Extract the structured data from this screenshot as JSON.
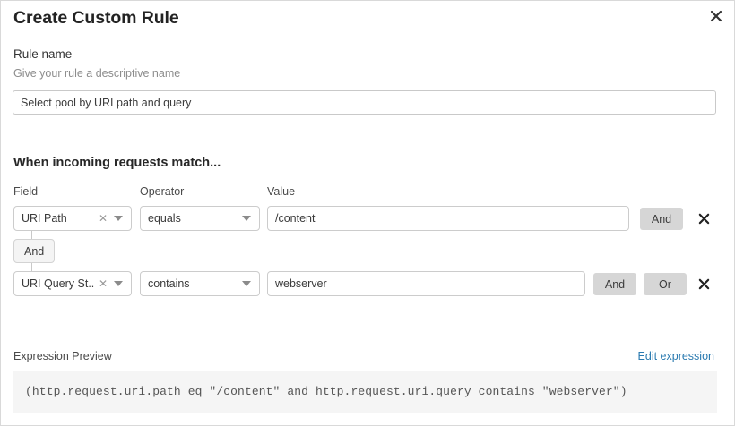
{
  "dialog": {
    "title": "Create Custom Rule",
    "close_icon": "close-icon"
  },
  "rule_name": {
    "label": "Rule name",
    "description": "Give your rule a descriptive name",
    "value": "Select pool by URI path and query",
    "placeholder": ""
  },
  "match_section": {
    "heading": "When incoming requests match...",
    "columns": {
      "field": "Field",
      "operator": "Operator",
      "value": "Value"
    },
    "conditions": [
      {
        "field": "URI Path",
        "operator": "equals",
        "value": "/content",
        "buttons": [
          "And"
        ],
        "delete_icon": "close-icon",
        "clear_icon": "clear-icon",
        "chevron_icon": "chevron-down-icon"
      },
      {
        "field": "URI Query St...",
        "operator": "contains",
        "value": "webserver",
        "buttons": [
          "And",
          "Or"
        ],
        "delete_icon": "close-icon",
        "clear_icon": "clear-icon",
        "chevron_icon": "chevron-down-icon"
      }
    ],
    "connector": "And"
  },
  "expression_preview": {
    "label": "Expression Preview",
    "edit_link": "Edit expression",
    "expression": "(http.request.uri.path eq \"/content\" and http.request.uri.query contains \"webserver\")"
  },
  "colors": {
    "link": "#2a7ab0",
    "button_bg": "#d6d6d6",
    "code_bg": "#f5f5f5",
    "border": "#cccccc"
  }
}
